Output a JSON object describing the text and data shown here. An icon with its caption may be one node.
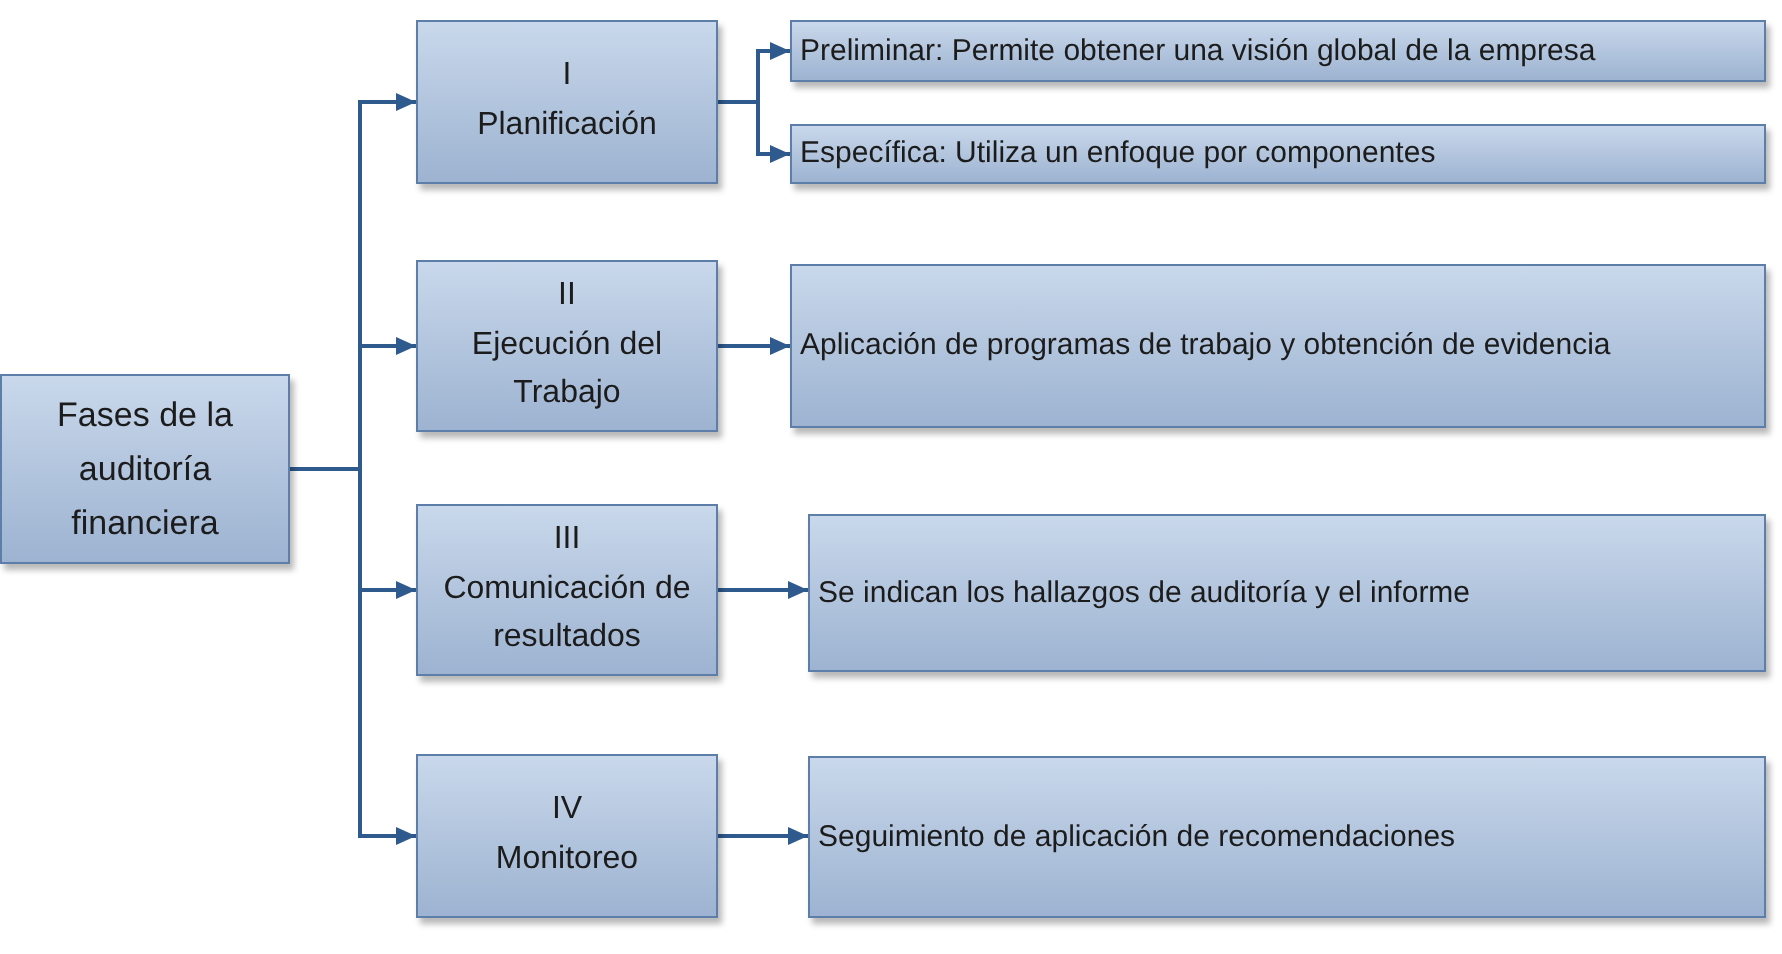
{
  "diagram": {
    "nodes": [
      {
        "text": [
          "Fases de la auditoría financiera"
        ]
      },
      {
        "text": [
          "I",
          "Planificación"
        ]
      },
      {
        "text": [
          "Preliminar: Permite obtener una visión global de la empresa"
        ]
      },
      {
        "text": [
          "Específica: Utiliza un enfoque por componentes"
        ]
      },
      {
        "text": [
          "II",
          "Ejecución del Trabajo"
        ]
      },
      {
        "text": [
          "Aplicación de programas de trabajo y obtención de evidencia"
        ]
      },
      {
        "text": [
          "III",
          "Comunicación de resultados"
        ]
      },
      {
        "text": [
          "Se indican los hallazgos de auditoría y el informe"
        ]
      },
      {
        "text": [
          "IV",
          "Monitoreo"
        ]
      },
      {
        "text": [
          "Seguimiento de aplicación de recomendaciones"
        ]
      }
    ],
    "edges": [
      {
        "from": 0,
        "to": 1,
        "arrow": "to"
      },
      {
        "from": 0,
        "to": 4,
        "arrow": "to"
      },
      {
        "from": 0,
        "to": 6,
        "arrow": "to"
      },
      {
        "from": 0,
        "to": 8,
        "arrow": "to"
      },
      {
        "from": 1,
        "to": 2,
        "arrow": "to"
      },
      {
        "from": 1,
        "to": 3,
        "arrow": "to"
      },
      {
        "from": 4,
        "to": 5,
        "arrow": "to"
      },
      {
        "from": 6,
        "to": 7,
        "arrow": "to"
      },
      {
        "from": 8,
        "to": 9,
        "arrow": "to"
      }
    ]
  }
}
